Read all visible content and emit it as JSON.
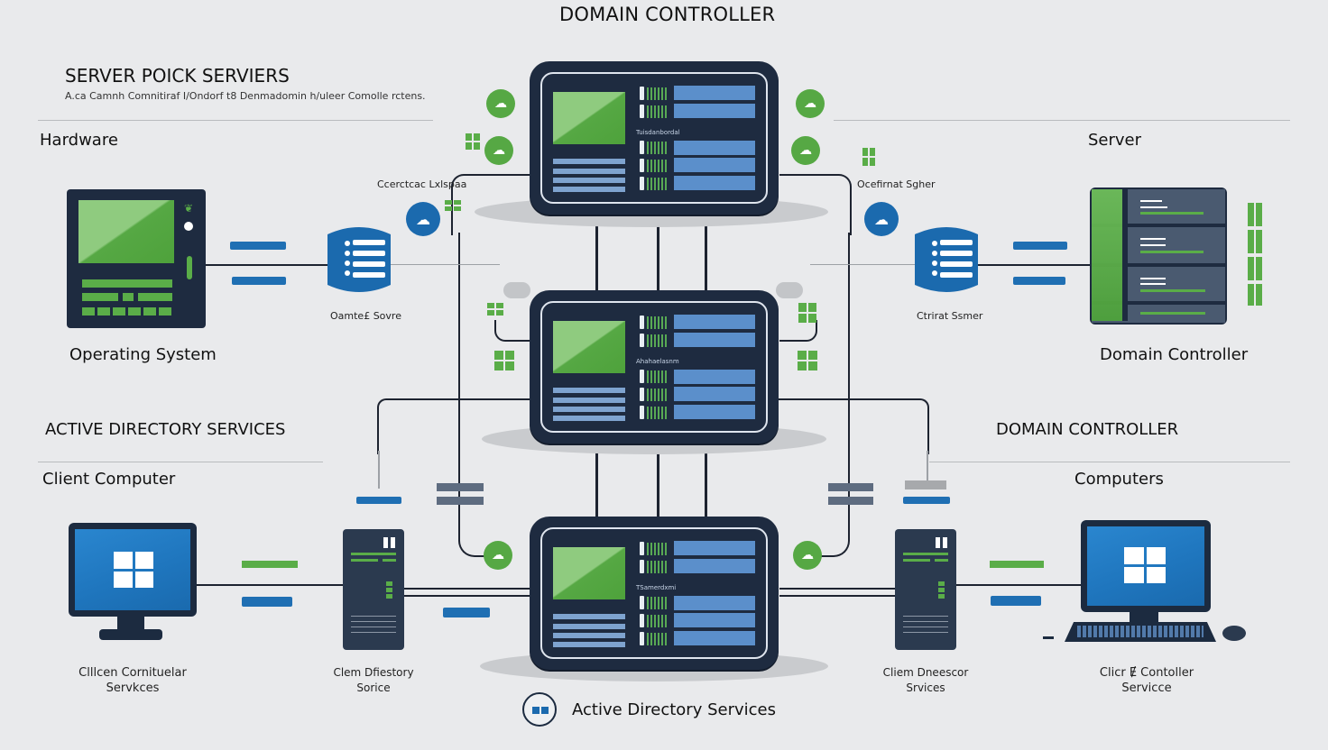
{
  "diagram": {
    "title": "DOMAIN CONTROLLER",
    "left_header": {
      "heading": "SERVER POICK SERVIERS",
      "subtitle": "A.ca Camnh Comnitiraf I/Ondorf t8 Denmadomin h/uleer Comolle rctens."
    },
    "sections": {
      "hardware": "Hardware",
      "server": "Server",
      "operating_system": "Operating System",
      "domain_controller_label": "Domain Controller",
      "active_directory_services_heading": "ACTIVE DIRECTORY SERVICES",
      "domain_controller_heading": "DOMAIN CONTROLLER",
      "client_computer": "Client Computer",
      "computers": "Computers"
    },
    "node_labels": {
      "left_connector": "Ccerctcac Lxlspaa",
      "right_connector": "Ocefirnat Sgher",
      "left_database": "Oamte£ Sovre",
      "right_database": "Ctrirat Ssmer",
      "left_client": "Clllcen Cornituelar Servkces",
      "left_tower": "Clem Dfiestory Sorice",
      "right_tower": "Cliem Dneescor Srvices",
      "right_client": "Clicr Ɇ Contoller Servicce"
    },
    "panels": [
      {
        "name": "top-domain-controller",
        "mid_caption": "Tuisdanbordal"
      },
      {
        "name": "middle-domain-controller",
        "mid_caption": "Ahahaelasnm"
      },
      {
        "name": "bottom-domain-controller",
        "mid_caption": "TSamerdxmi"
      }
    ],
    "footer": {
      "legend_label": "Active Directory Services",
      "legend_icon": "directory-services-icon"
    },
    "colors": {
      "background": "#e9eaec",
      "panel_navy": "#1e2b40",
      "accent_green": "#56a844",
      "accent_blue": "#1b6aae",
      "panel_block_blue": "#5b8fcb"
    }
  }
}
